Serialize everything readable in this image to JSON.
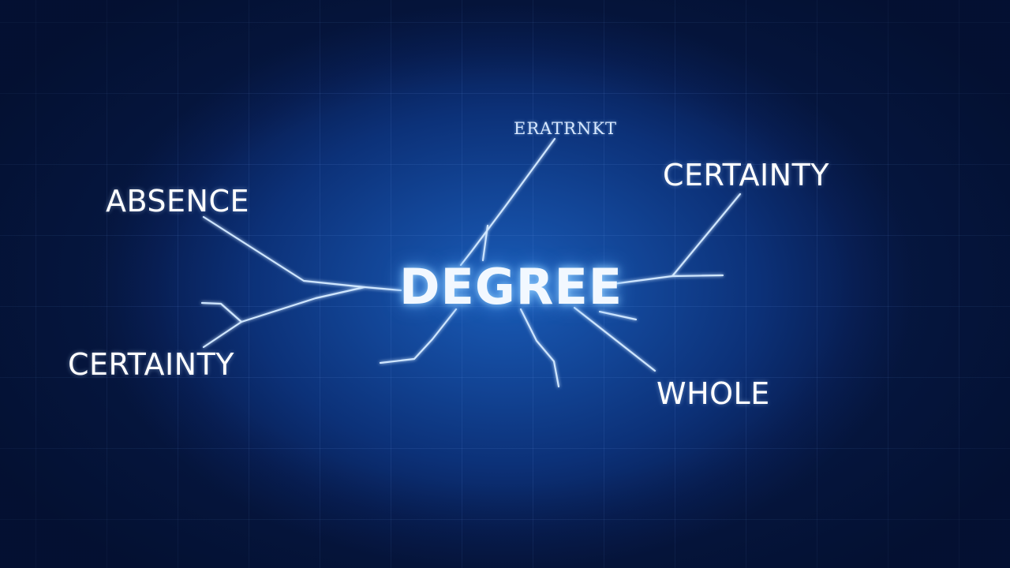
{
  "diagram": {
    "center": "DEGREE",
    "top": "ERATRNKT",
    "left_upper": "ABSENCE",
    "right_upper": "CERTAINTY",
    "left_lower": "CERTAINTY",
    "right_lower": "WHOLE"
  },
  "colors": {
    "background_dark": "#061843",
    "background_glow": "#1a5cb8",
    "line": "#cfe6ff",
    "text": "#ffffff"
  }
}
